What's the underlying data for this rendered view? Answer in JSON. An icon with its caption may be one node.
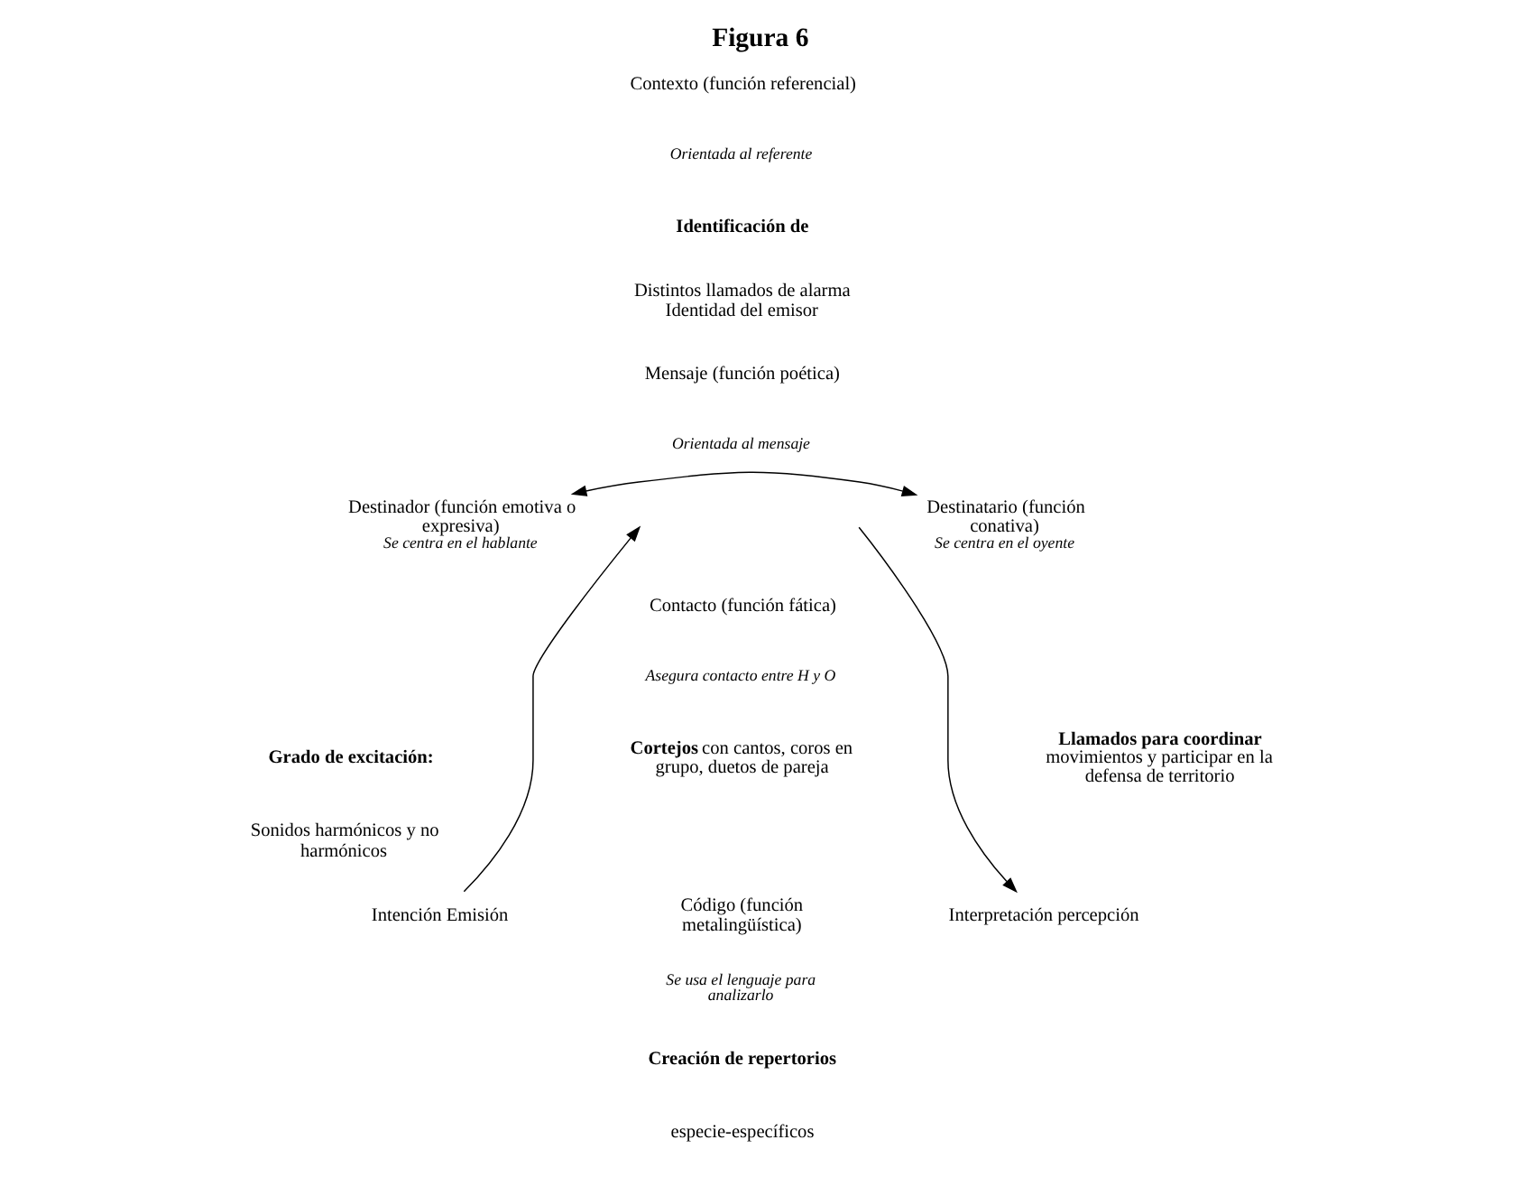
{
  "diagram": {
    "title": "Figura 6",
    "nodes": [
      {
        "text": [
          "Destinador (función emotiva o expresiva)",
          "Se centra en el hablante"
        ]
      },
      {
        "text": [
          "Destinatario (función conativa)",
          "Se centra en el oyente"
        ]
      },
      {
        "text": [
          "Intención Emisión"
        ]
      },
      {
        "text": [
          "Interpretación percepción"
        ]
      }
    ],
    "edges": [
      {
        "from": 0,
        "to": 1,
        "arrow": "both"
      },
      {
        "from": 2,
        "to": null,
        "arrow": "to"
      },
      {
        "from": null,
        "to": 3,
        "arrow": "to"
      }
    ],
    "labels": [
      "Contexto (función referencial)",
      "Orientada al referente",
      "Identificación de",
      "Distintos llamados de alarma Identidad del emisor",
      "Mensaje (función poética)",
      "Orientada al mensaje",
      "Contacto (función fática)",
      "Asegura contacto entre H y O",
      "**Cortejos** con cantos, coros en grupo, duetos de pareja",
      "Grado de excitación:",
      "Sonidos harmónicos y no harmónicos",
      "**Llamados para coordinar** movimientos y participar en la defensa de territorio",
      "Código (función metalingüística)",
      "Se usa el lenguaje para analizarlo",
      "Creación de repertorios",
      "especie-específicos"
    ]
  }
}
